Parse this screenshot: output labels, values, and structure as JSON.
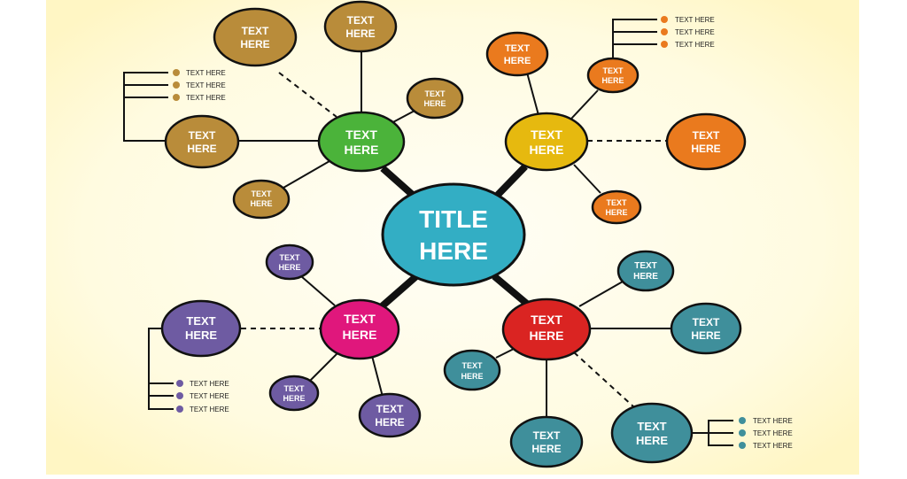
{
  "title": {
    "line1": "TITLE",
    "line2": "HERE"
  },
  "colors": {
    "center": "#33aec4",
    "green": "#4bb33a",
    "brown": "#b98c3a",
    "yellow": "#e6b90f",
    "orange": "#ea7a1e",
    "pink": "#e0177c",
    "purple": "#6e5ba2",
    "red": "#da2422",
    "teal": "#3f8f9b"
  },
  "branches": {
    "green": {
      "line1": "TEXT",
      "line2": "HERE"
    },
    "yellow": {
      "line1": "TEXT",
      "line2": "HERE"
    },
    "pink": {
      "line1": "TEXT",
      "line2": "HERE"
    },
    "red": {
      "line1": "TEXT",
      "line2": "HERE"
    }
  },
  "leaves": {
    "green_top_left": {
      "line1": "TEXT",
      "line2": "HERE"
    },
    "green_top": {
      "line1": "TEXT",
      "line2": "HERE"
    },
    "green_right": {
      "line1": "TEXT",
      "line2": "HERE"
    },
    "green_left": {
      "line1": "TEXT",
      "line2": "HERE"
    },
    "green_bottom": {
      "line1": "TEXT",
      "line2": "HERE"
    },
    "yellow_top_left": {
      "line1": "TEXT",
      "line2": "HERE"
    },
    "yellow_top": {
      "line1": "TEXT",
      "line2": "HERE"
    },
    "yellow_right": {
      "line1": "TEXT",
      "line2": "HERE"
    },
    "yellow_bottom": {
      "line1": "TEXT",
      "line2": "HERE"
    },
    "pink_top": {
      "line1": "TEXT",
      "line2": "HERE"
    },
    "pink_left": {
      "line1": "TEXT",
      "line2": "HERE"
    },
    "pink_bottom_left": {
      "line1": "TEXT",
      "line2": "HERE"
    },
    "pink_bottom": {
      "line1": "TEXT",
      "line2": "HERE"
    },
    "red_top": {
      "line1": "TEXT",
      "line2": "HERE"
    },
    "red_right": {
      "line1": "TEXT",
      "line2": "HERE"
    },
    "red_left": {
      "line1": "TEXT",
      "line2": "HERE"
    },
    "red_bottom": {
      "line1": "TEXT",
      "line2": "HERE"
    },
    "red_bottom_right": {
      "line1": "TEXT",
      "line2": "HERE"
    }
  },
  "lists": {
    "brown": [
      "TEXT HERE",
      "TEXT HERE",
      "TEXT HERE"
    ],
    "orange": [
      "TEXT HERE",
      "TEXT HERE",
      "TEXT HERE"
    ],
    "purple": [
      "TEXT HERE",
      "TEXT HERE",
      "TEXT HERE"
    ],
    "teal": [
      "TEXT HERE",
      "TEXT HERE",
      "TEXT HERE"
    ]
  }
}
